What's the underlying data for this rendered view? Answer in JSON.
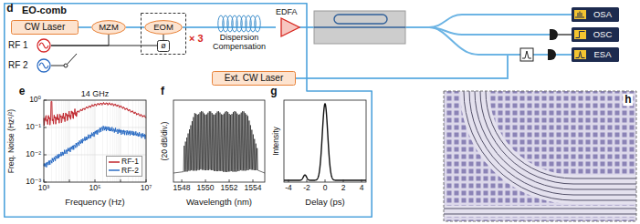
{
  "diagram": {
    "nodes": [
      {
        "text": [
          "EO-comb"
        ]
      },
      {
        "text": [
          "CW Laser"
        ],
        "in": 0
      },
      {
        "text": [
          "MZM"
        ],
        "in": 0
      },
      {
        "text": [
          "× 3"
        ],
        "in": 0
      },
      {
        "text": [
          "EOM"
        ],
        "in": 3
      },
      {
        "text": [
          "ø"
        ],
        "in": 3
      },
      {
        "text": [
          "RF 1"
        ],
        "in": 0
      },
      {
        "text": [
          "RF 2"
        ],
        "in": 0
      },
      {
        "text": [
          "Dispersion Compensation"
        ],
        "in": 0
      },
      {
        "text": [
          "EDFA"
        ],
        "in": 0
      },
      {
        "text": [
          "Ext. CW Laser"
        ],
        "in": 0
      },
      {
        "text": [
          "OSA"
        ]
      },
      {
        "text": [
          "OSC"
        ]
      },
      {
        "text": [
          "ESA"
        ]
      }
    ],
    "edges": [
      {
        "from": 1,
        "to": 2,
        "arrow": "none"
      },
      {
        "from": 2,
        "to": 4,
        "arrow": "none"
      },
      {
        "from": 4,
        "to": 8,
        "arrow": "none"
      },
      {
        "from": 8,
        "to": 9,
        "arrow": "none"
      },
      {
        "from": 6,
        "to": 2,
        "arrow": "none"
      },
      {
        "from": 6,
        "to": 5,
        "arrow": "none"
      },
      {
        "from": 5,
        "to": 4,
        "arrow": "none"
      },
      {
        "from": 10,
        "to": 13,
        "arrow": "none"
      }
    ],
    "labels": [
      "d",
      "e",
      "14 GHz",
      "Freq. Noise (Hz¹/²)",
      "10⁰",
      "10⁻¹",
      "10⁻²",
      "10⁻³",
      "10³",
      "10⁵",
      "10⁷",
      "Frequency (Hz)",
      "f",
      "(20 dB/div.)",
      "1548",
      "1550",
      "1552",
      "1554",
      "Wavelength (nm)",
      "g",
      "Intensity",
      "-4",
      "-2",
      "0",
      "2",
      "4",
      "Delay (ps)",
      "h"
    ],
    "legend": [
      {
        "text": "RF-1"
      },
      {
        "text": "RF-2"
      }
    ]
  }
}
